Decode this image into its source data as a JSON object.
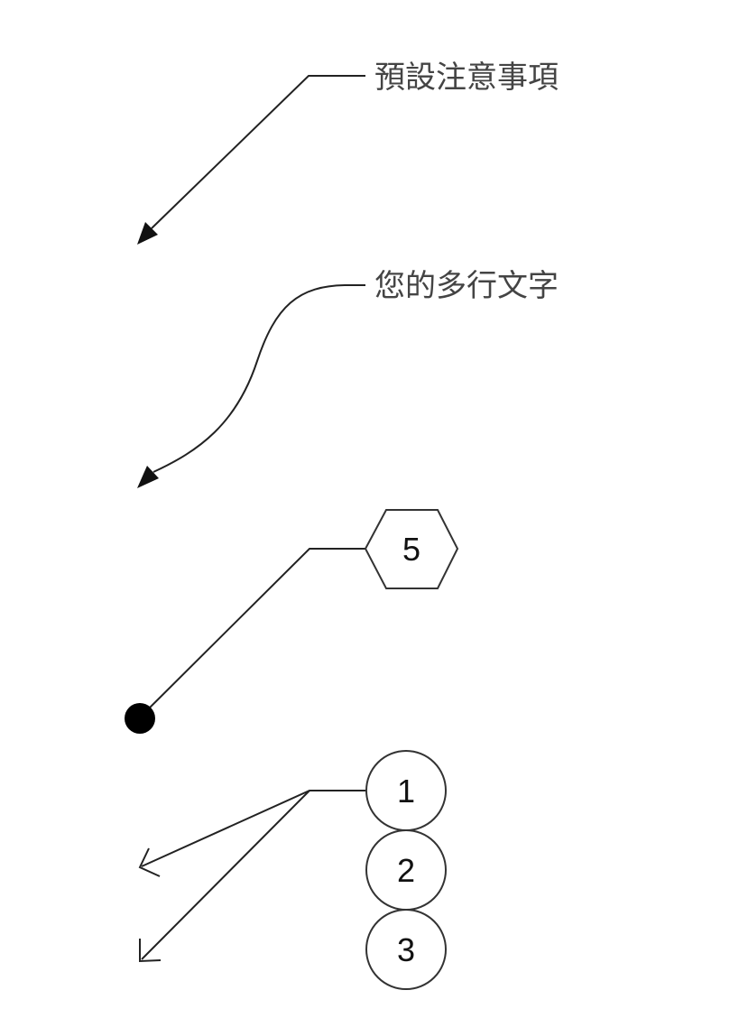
{
  "leaders": {
    "default_note": {
      "text": "預設注意事項",
      "arrow": "filled-arrowhead"
    },
    "multiline_note": {
      "text": "您的多行文字",
      "arrow": "filled-arrowhead"
    },
    "hex_balloon": {
      "number": "5",
      "terminator": "filled-dot"
    },
    "stacked_balloons": {
      "numbers": [
        "1",
        "2",
        "3"
      ],
      "arrow": "open-arrowhead"
    }
  }
}
